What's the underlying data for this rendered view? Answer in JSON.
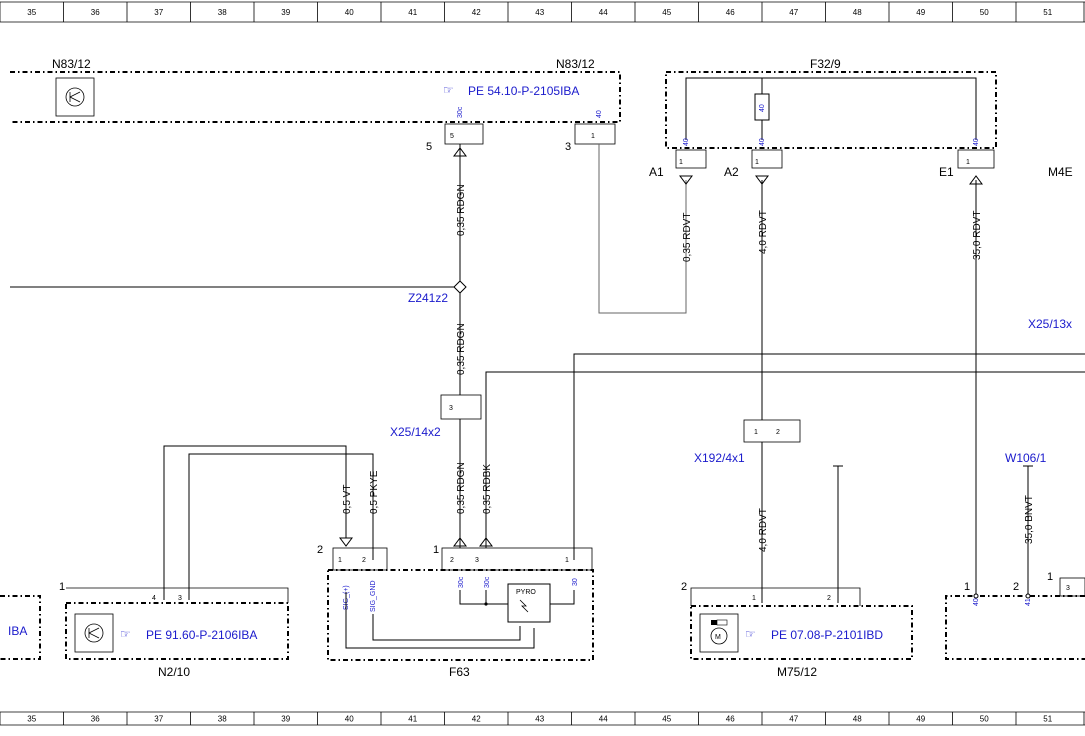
{
  "ruler": {
    "columns": [
      "35",
      "36",
      "37",
      "38",
      "39",
      "40",
      "41",
      "42",
      "43",
      "44",
      "45",
      "46",
      "47",
      "48",
      "49",
      "50",
      "51"
    ]
  },
  "components": {
    "n83_left": "N83/12",
    "n83_right": "N83/12",
    "f32": "F32/9",
    "n2": "N2/10",
    "f63": "F63",
    "m75": "M75/12",
    "m4e": "M4E"
  },
  "refs": {
    "n83": "PE 54.10-P-2105IBA",
    "n2": "PE 91.60-P-2106IBA",
    "m75": "PE 07.08-P-2101IBD",
    "left_edge": "IBA"
  },
  "connectors": {
    "a1": "A1",
    "a2": "A2",
    "e1": "E1",
    "z241": "Z241z2",
    "x25_14": "X25/14x2",
    "x192": "X192/4x1",
    "w106": "W106/1",
    "x25_13": "X25/13x"
  },
  "wires": {
    "rdgn_top": "0,35 RDGN",
    "rdgn_mid": "0,35 RDGN",
    "rdgn_low": "0,35 RDGN",
    "rdbk": "0,35 RDBK",
    "vt": "0,5 VT",
    "pkye": "0,5 PKYE",
    "rdvt_a1": "0,35 RDVT",
    "rdvt_a2": "4,0 RDVT",
    "rdvt_e1": "35,0 RDVT",
    "rdvt_m75": "4,0 RDVT",
    "bnvt": "35,0 BNVT"
  },
  "terminals": {
    "t30c": "30c",
    "t30": "30",
    "t40": "40",
    "t41": "41",
    "sig_plus": "SIG_(+)",
    "sig_gnd": "SIG_GND",
    "pyro": "PYRO"
  },
  "pins": {
    "p1": "1",
    "p2": "2",
    "p3": "3",
    "p4": "4",
    "p5": "5"
  }
}
